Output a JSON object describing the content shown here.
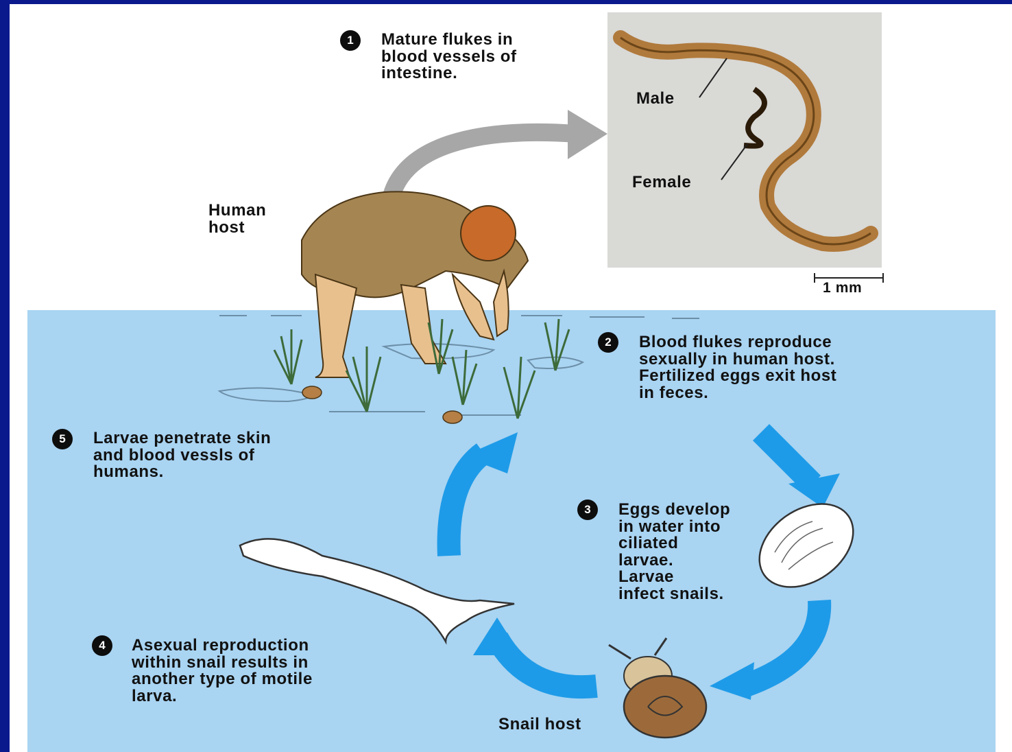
{
  "colors": {
    "frame": "#0a1a8c",
    "water": "#a9d4f2",
    "cycle_arrow": "#1e9be8",
    "human_arrow": "#a7a7a7",
    "fluke": "#b07a3c"
  },
  "steps": [
    {
      "number": "1",
      "text": "Mature flukes in\nblood vessels of\nintestine."
    },
    {
      "number": "2",
      "text": "Blood flukes reproduce\nsexually in human host.\nFertilized eggs exit host\nin feces."
    },
    {
      "number": "3",
      "text": "Eggs develop\nin water into\nciliated\nlarvae.\nLarvae\ninfect snails."
    },
    {
      "number": "4",
      "text": "Asexual reproduction\nwithin snail results in\nanother type of motile\nlarva."
    },
    {
      "number": "5",
      "text": "Larvae penetrate skin\nand blood vessls of\nhumans."
    }
  ],
  "labels": {
    "human_host": "Human\nhost",
    "snail_host": "Snail host",
    "male": "Male",
    "female": "Female",
    "scale": "1 mm"
  },
  "icons": {
    "human": "farmer-wading-icon",
    "fluke_pair": "blood-fluke-photo",
    "egg": "ciliated-larva-icon",
    "snail": "snail-icon",
    "cercaria": "motile-larva-icon"
  }
}
